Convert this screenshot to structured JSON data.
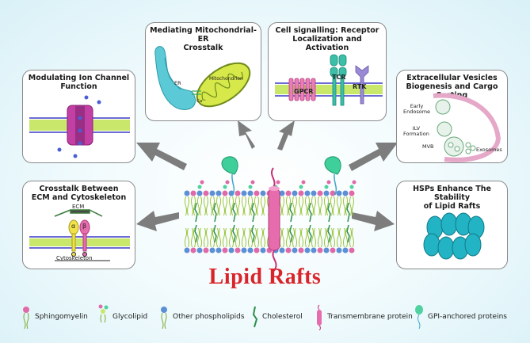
{
  "title": "Lipid Rafts",
  "boxes": {
    "mito_er": {
      "title_l1": "Mediating Mitochondrial-ER",
      "title_l2": "Crosstalk",
      "er": "ER",
      "mito": "Mitochondrion",
      "ca": "Ca²⁺"
    },
    "cell_signal": {
      "title_l1": "Cell signalling: Receptor",
      "title_l2": "Localization and Activation",
      "tcr": "TCR",
      "gpcr": "GPCR",
      "rtk": "RTK"
    },
    "ion_channel": {
      "title_l1": "Modulating Ion Channel",
      "title_l2": "Function"
    },
    "vesicles": {
      "title_l1": "Extracellular Vesicles",
      "title_l2": "Biogenesis and Cargo Sorting",
      "early_l1": "Early",
      "early_l2": "Endosome",
      "ilv_l1": "ILV",
      "ilv_l2": "Formation",
      "mvb": "MVB",
      "exosomes": "Exosomes"
    },
    "ecm": {
      "title_l1": "Crosstalk Between",
      "title_l2": "ECM and Cytoskeleton",
      "ecm_label": "ECM",
      "alpha": "α",
      "beta": "β",
      "cyto": "Cytoskeleton"
    },
    "hsp": {
      "title_l1": "HSPs Enhance The Stability",
      "title_l2": "of Lipid Rafts"
    }
  },
  "legend": [
    {
      "label": "Sphingomyelin",
      "color": "#e06aa8"
    },
    {
      "label": "Glycolipid",
      "color": "#c9e86b"
    },
    {
      "label": "Other phospholipids",
      "color": "#5b8fd6"
    },
    {
      "label": "Cholesterol",
      "color": "#2e8f4a"
    },
    {
      "label": "Transmembrane protein",
      "color": "#e0559c"
    },
    {
      "label": "GPI-anchored proteins",
      "color": "#4fd1a0"
    }
  ]
}
